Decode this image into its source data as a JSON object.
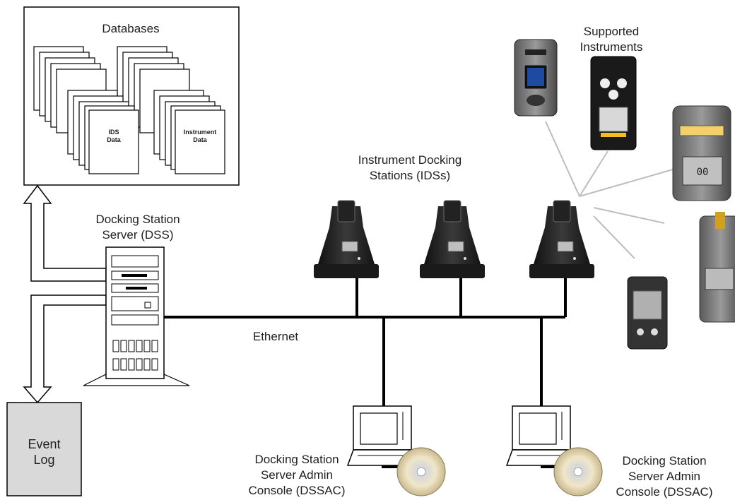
{
  "databases": {
    "title": "Databases",
    "ids_data": "IDS\nData",
    "instrument_data": "Instrument\nData"
  },
  "dss": {
    "label": "Docking Station\nServer (DSS)"
  },
  "event_log": {
    "label": "Event\nLog"
  },
  "ethernet": {
    "label": "Ethernet"
  },
  "ids": {
    "label": "Instrument Docking\nStations (IDSs)"
  },
  "instruments": {
    "label": "Supported\nInstruments"
  },
  "dssac": {
    "left_label": "Docking Station\nServer Admin\nConsole (DSSAC)",
    "right_label": "Docking Station\nServer Admin\nConsole (DSSAC)"
  },
  "icons": [
    "database-stack-icon",
    "server-tower-icon",
    "docking-station-icon",
    "gas-detector-icon",
    "laptop-icon",
    "cd-disc-icon",
    "arrow-icon"
  ],
  "colors": {
    "line": "#000000",
    "dock_body": "#2b2b2b",
    "event_log_fill": "#d9d9d9",
    "cd": "#e8dcc0"
  }
}
